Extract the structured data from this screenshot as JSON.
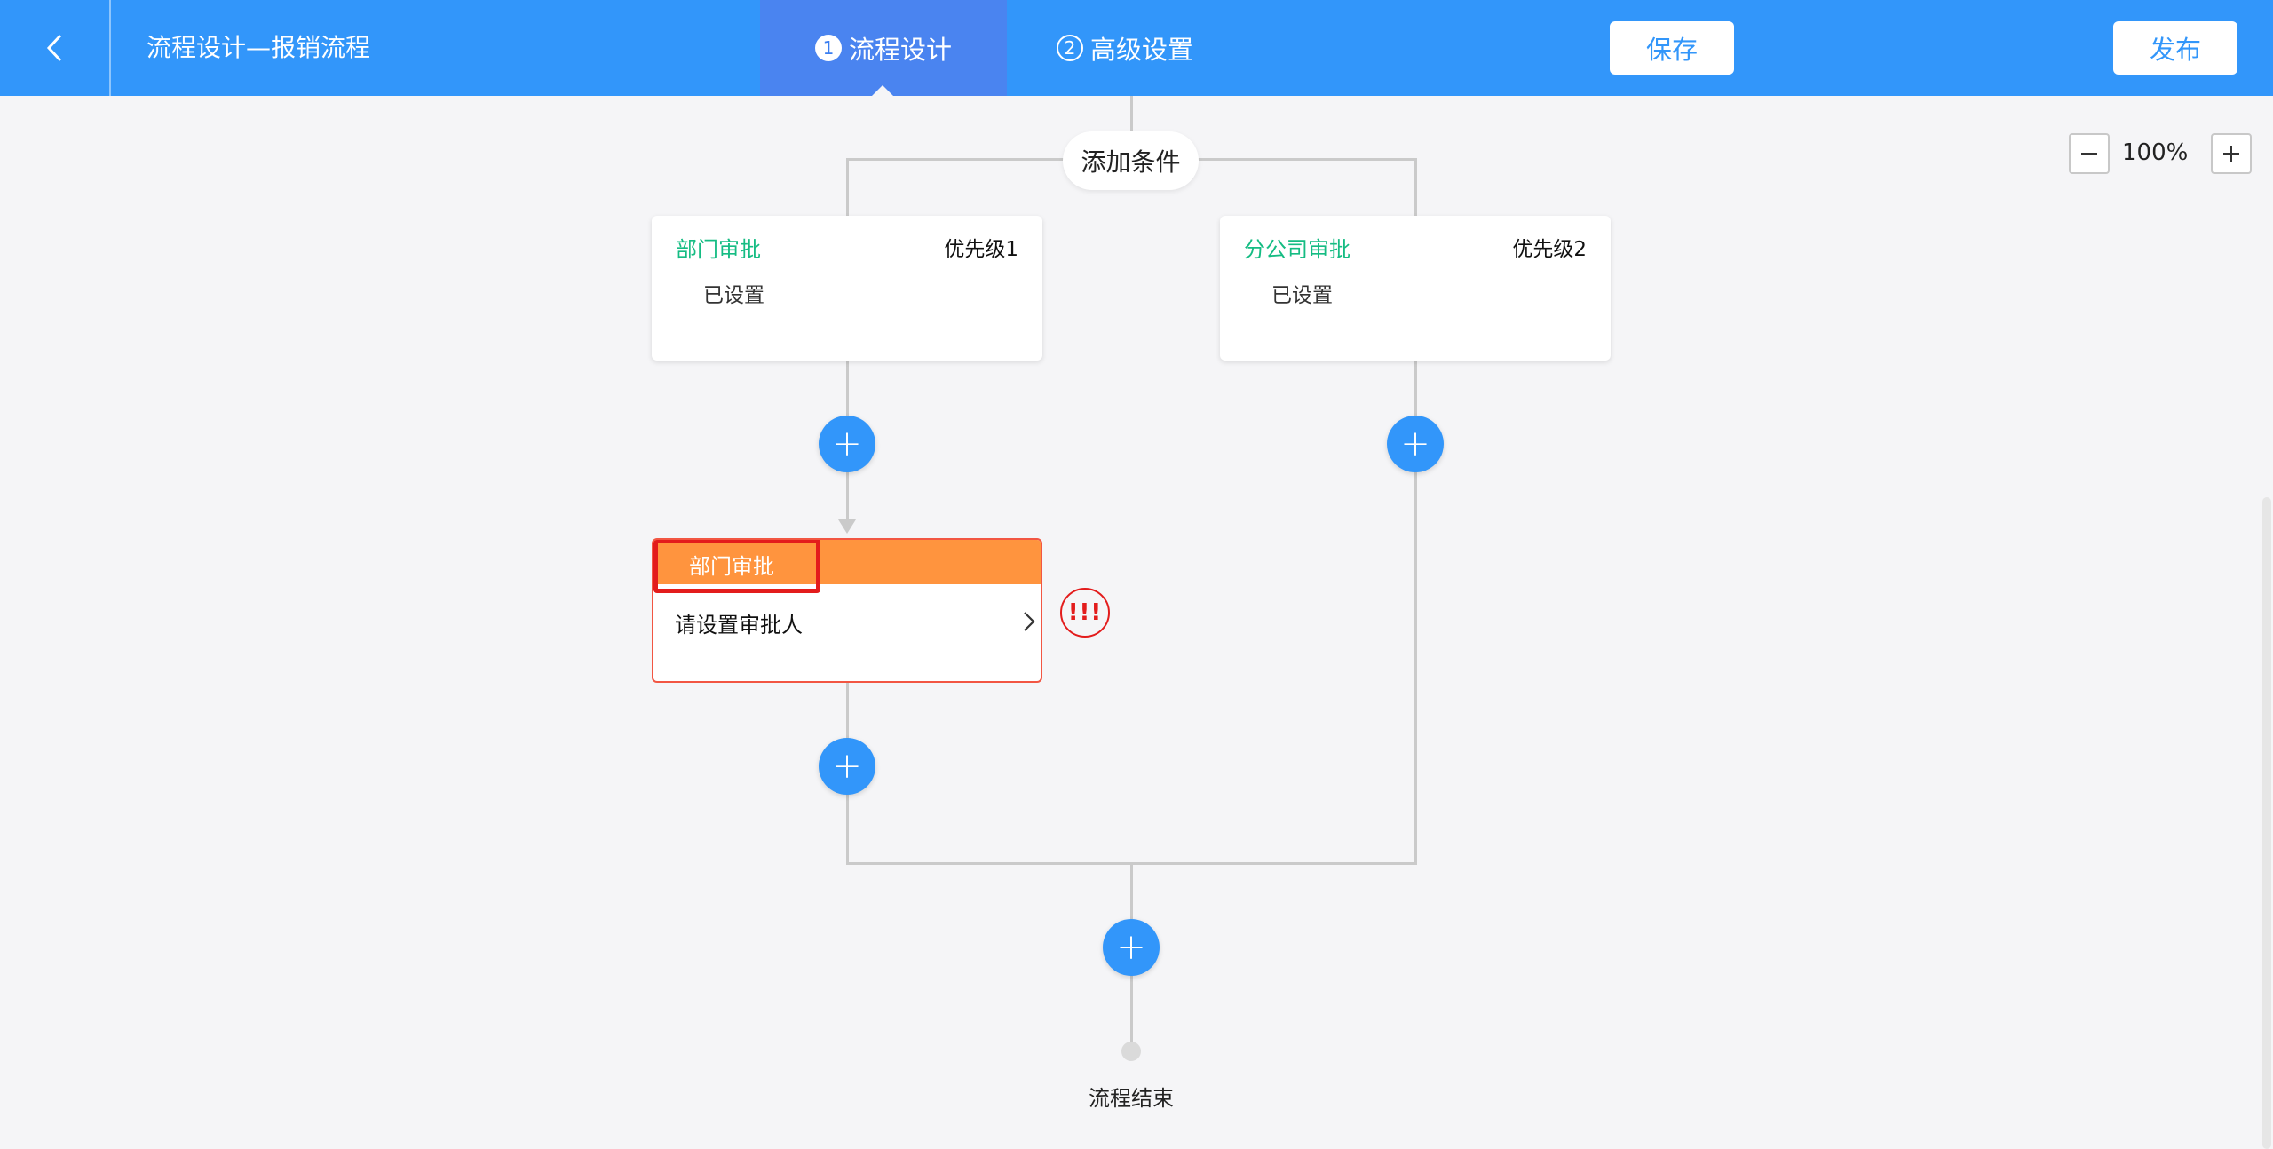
{
  "header": {
    "back_icon": "chevron-left-icon",
    "title": "流程设计—报销流程",
    "tabs": [
      {
        "step": "1",
        "label": "流程设计",
        "active": true
      },
      {
        "step": "2",
        "label": "高级设置",
        "active": false
      }
    ],
    "save_label": "保存",
    "publish_label": "发布"
  },
  "canvas": {
    "add_condition_label": "添加条件",
    "branches": [
      {
        "title": "部门审批",
        "priority": "优先级1",
        "desc": "已设置"
      },
      {
        "title": "分公司审批",
        "priority": "优先级2",
        "desc": "已设置"
      }
    ],
    "approver_node": {
      "title": "部门审批",
      "body": "请设置审批人",
      "warning_text": "!!!"
    },
    "add_icon": "plus-icon",
    "end_label": "流程结束"
  },
  "zoom": {
    "level": "100%"
  },
  "colors": {
    "header_bg": "#3296fa",
    "active_tab_bg": "#4a84f0",
    "condition_title": "#15bc83",
    "approver_header": "#ff943e",
    "error": "#e31c1c",
    "add_button": "#3296fa",
    "canvas_bg": "#f5f5f7"
  }
}
